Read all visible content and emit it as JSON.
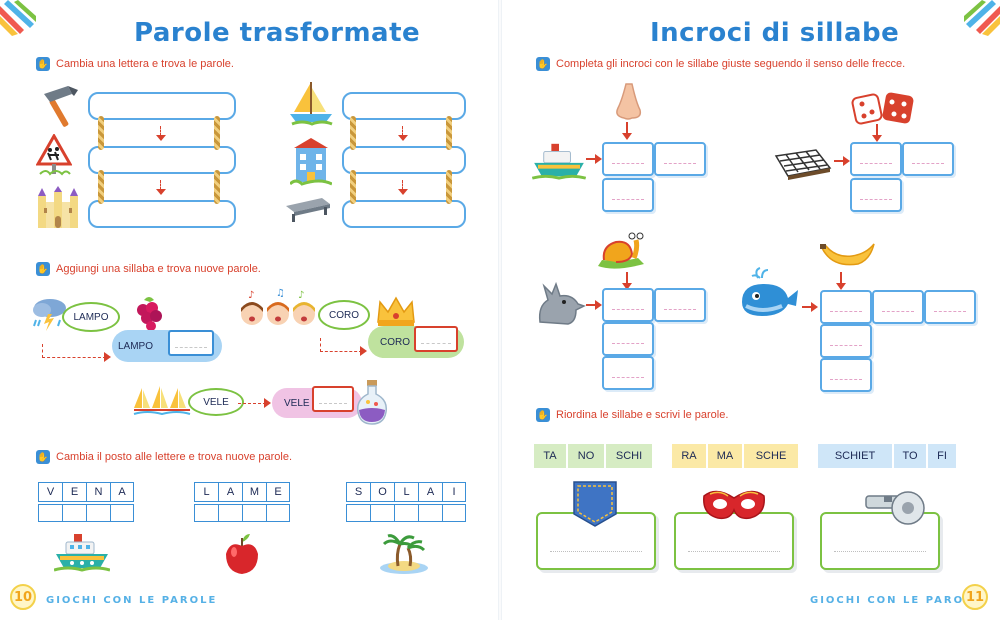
{
  "left_page": {
    "title": "Parole trasformate",
    "exercise1": {
      "instruction": "Cambia una lettera e trova le parole."
    },
    "exercise2": {
      "instruction": "Aggiungi una sillaba e trova nuove parole.",
      "items": [
        {
          "word": "LAMPO",
          "word_again": "LAMPO"
        },
        {
          "word": "CORO",
          "word_again": "CORO"
        },
        {
          "word": "VELE",
          "word_again": "VELE"
        }
      ]
    },
    "exercise3": {
      "instruction": "Cambia il posto alle lettere e trova nuove parole.",
      "words": [
        [
          "V",
          "E",
          "N",
          "A"
        ],
        [
          "L",
          "A",
          "M",
          "E"
        ],
        [
          "S",
          "O",
          "L",
          "A",
          "I"
        ]
      ]
    },
    "footer": "GIOCHI CON LE PAROLE",
    "page_number": "10"
  },
  "right_page": {
    "title": "Incroci di sillabe",
    "exercise1": {
      "instruction": "Completa gli incroci con le sillabe giuste seguendo il senso delle frecce."
    },
    "exercise2": {
      "instruction": "Riordina le sillabe e scrivi le parole.",
      "groups": [
        [
          "TA",
          "NO",
          "SCHI"
        ],
        [
          "RA",
          "MA",
          "SCHE"
        ],
        [
          "SCHIET",
          "TO",
          "FI"
        ]
      ]
    },
    "footer": "GIOCHI CON LE PAROLE",
    "page_number": "11"
  },
  "colors": {
    "title_blue": "#2a82cf",
    "instruction_red": "#d8412d",
    "box_blue": "#5aa9e6",
    "box_green": "#7cc242",
    "syllable_green": "#d6ecc3",
    "syllable_yellow": "#fbe9a6",
    "syllable_blue": "#cfe6f8"
  },
  "icons": [
    "hammer-icon",
    "warning-sign-icon",
    "castle-icon",
    "sailboat-icon",
    "building-icon",
    "bench-icon",
    "storm-cloud-icon",
    "raspberry-icon",
    "singing-children-icon",
    "crown-icon",
    "sailboats-icon",
    "potion-bottle-icon",
    "boat-icon",
    "apple-icon",
    "island-icon",
    "nose-icon",
    "dice-icon",
    "chessboard-icon",
    "snail-icon",
    "wolf-icon",
    "banana-icon",
    "whale-icon",
    "pocket-icon",
    "mask-icon",
    "whistle-icon"
  ]
}
